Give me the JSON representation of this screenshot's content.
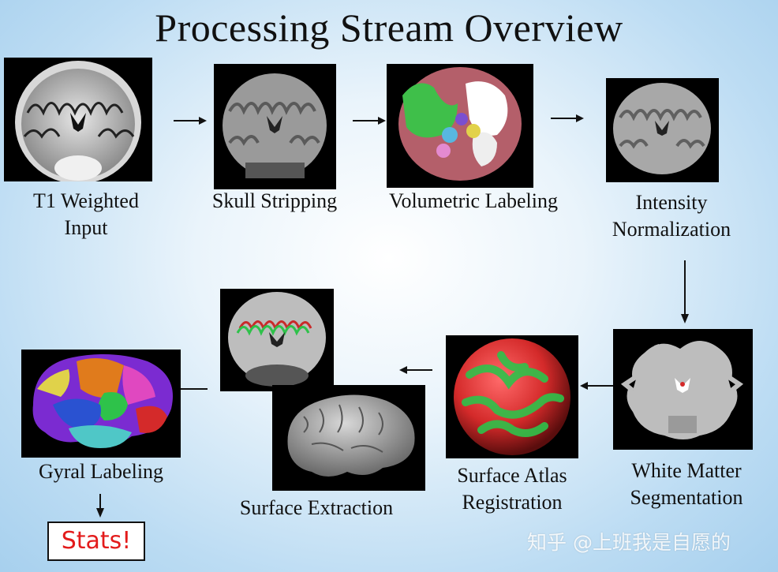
{
  "title": "Processing Stream Overview",
  "steps": {
    "t1": {
      "line1": "T1 Weighted",
      "line2": "Input"
    },
    "skull": {
      "label": "Skull Stripping"
    },
    "volumetric": {
      "label": "Volumetric Labeling"
    },
    "intensity": {
      "line1": "Intensity",
      "line2": "Normalization"
    },
    "white_matter": {
      "line1": "White Matter",
      "line2": "Segmentation"
    },
    "atlas": {
      "line1": "Surface Atlas",
      "line2": "Registration"
    },
    "surface": {
      "label": "Surface Extraction"
    },
    "gyral": {
      "label": "Gyral Labeling"
    }
  },
  "stats": {
    "label": "Stats!"
  },
  "watermark": "知乎 @上班我是自愿的",
  "colors": {
    "stats_text": "#e31b1b",
    "atlas_red": "#d42a2a",
    "atlas_green": "#2ec24a"
  }
}
